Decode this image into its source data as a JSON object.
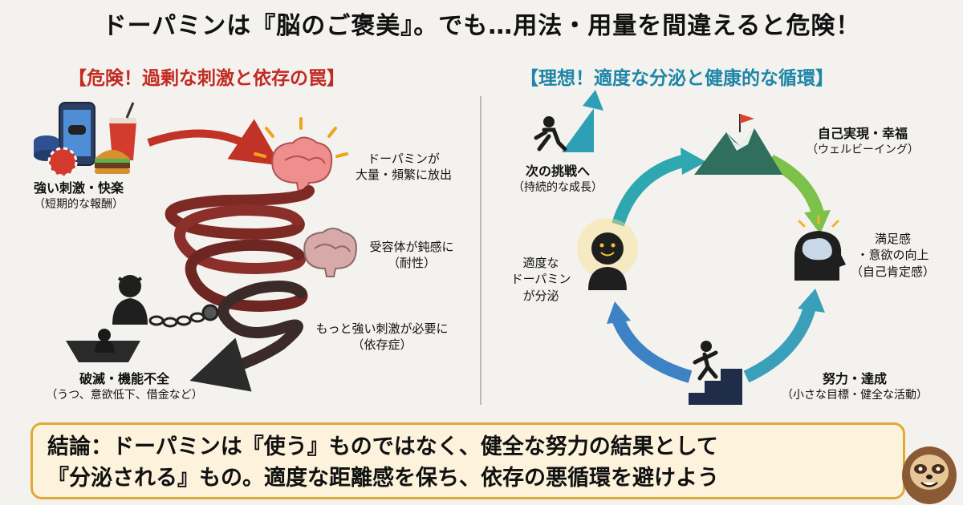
{
  "title": "ドーパミンは『脳のご褒美』。でも…用法・用量を間違えると危険！",
  "left": {
    "heading": "【危険！過剰な刺激と依存の罠】",
    "stimulus": {
      "main": "強い刺激・快楽",
      "sub": "（短期的な報酬）"
    },
    "release": {
      "line1": "ドーパミンが",
      "line2": "大量・頻繁に放出"
    },
    "tolerance": {
      "line1": "受容体が鈍感に",
      "line2": "（耐性）"
    },
    "dependence": {
      "line1": "もっと強い刺激が必要に",
      "line2": "（依存症）"
    },
    "ruin": {
      "main": "破滅・機能不全",
      "sub": "（うつ、意欲低下、借金など）"
    }
  },
  "right": {
    "heading": "【理想！適度な分泌と健康的な循環】",
    "next": {
      "main": "次の挑戦へ",
      "sub": "（持続的な成長）"
    },
    "self": {
      "main": "自己実現・幸福",
      "sub": "（ウェルビーイング）"
    },
    "moderate": {
      "line1": "適度な",
      "line2": "ドーパミン",
      "line3": "が分泌"
    },
    "satisfaction": {
      "line1": "満足感",
      "line2": "・意欲の向上",
      "line3": "（自己肯定感）"
    },
    "effort": {
      "main": "努力・達成",
      "sub": "（小さな目標・健全な活動）"
    }
  },
  "conclusion": {
    "line1": "結論：ドーパミンは『使う』ものではなく、健全な努力の結果として",
    "line2": "『分泌される』もの。適度な距離感を保ち、依存の悪循環を避けよう"
  },
  "icons": {
    "phone": "smartphone-game-icon",
    "chips": "casino-chips-icon",
    "drink": "soda-cup-icon",
    "burger": "burger-icon",
    "brain_hot": "excited-brain-icon",
    "brain_dull": "tired-brain-icon",
    "despair": "despair-person-icon",
    "chain": "chain-icon",
    "pit": "pit-person-icon",
    "climber": "climber-icon",
    "mountain": "mountain-flag-icon",
    "smiley": "smiling-person-icon",
    "head": "head-brain-icon",
    "stairs": "stairs-climber-icon",
    "sloth": "sloth-mascot-icon"
  },
  "colors": {
    "danger": "#c22a22",
    "ideal": "#1d86a8",
    "spiral": "#8a2f2a",
    "cycle": "#3a9fb8",
    "accent": "#e2a93a"
  }
}
